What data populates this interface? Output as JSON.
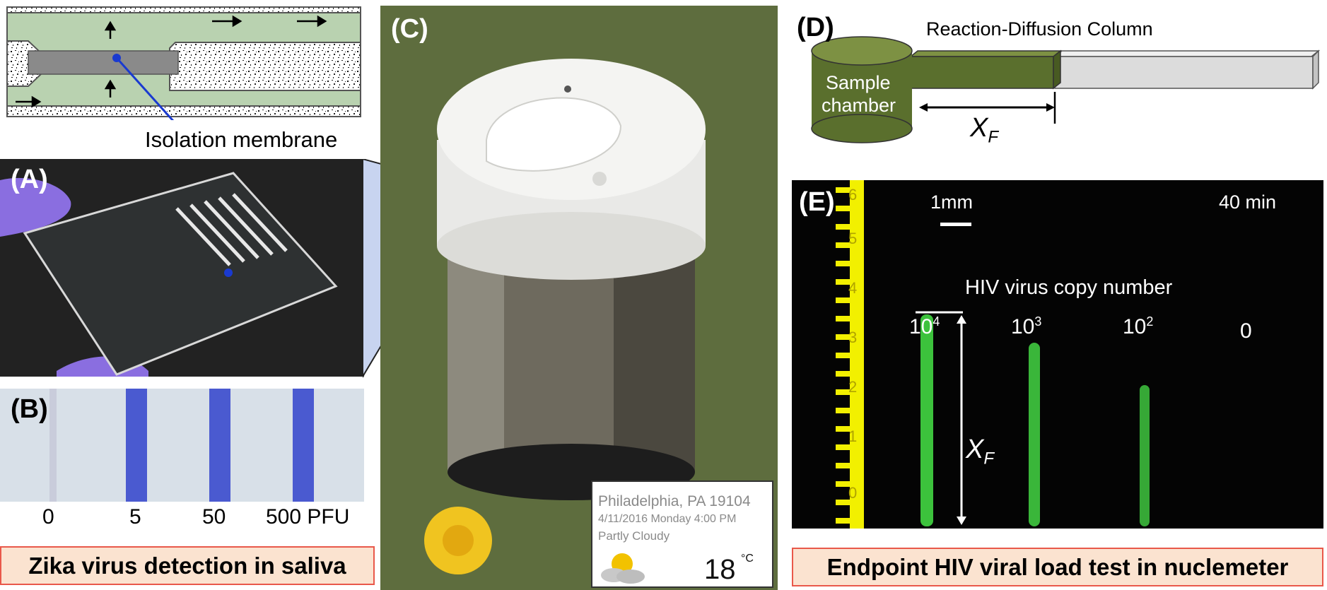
{
  "panels": {
    "A": {
      "label": "(A)"
    },
    "B": {
      "label": "(B)",
      "ticks": [
        "0",
        "5",
        "50",
        "500 PFU"
      ]
    },
    "C": {
      "label": "(C)"
    },
    "D": {
      "label": "(D)",
      "column_title": "Reaction-Diffusion Column",
      "chamber": [
        "Sample",
        "chamber"
      ],
      "xf_main": "X",
      "xf_sub": "F"
    },
    "E": {
      "label": "(E)",
      "scale": "1mm",
      "time": "40 min",
      "subtitle": "HIV virus copy number",
      "copies": [
        {
          "base": "10",
          "exp": "4"
        },
        {
          "base": "10",
          "exp": "3"
        },
        {
          "base": "10",
          "exp": "2"
        },
        {
          "base": "0",
          "exp": ""
        }
      ],
      "xf_main": "X",
      "xf_sub": "F",
      "ruler_numbers": [
        "6",
        "5",
        "4",
        "3",
        "2",
        "1",
        "0"
      ]
    }
  },
  "membrane_label": "Isolation membrane",
  "captions": {
    "left": "Zika virus detection in saliva",
    "right": "Endpoint HIV viral load test in nuclemeter"
  },
  "weather": {
    "location": "Philadelphia, PA 19104",
    "datetime": "4/11/2016 Monday 4:00 PM",
    "condition": "Partly Cloudy",
    "temperature": "18",
    "unit": "°C",
    "icon": "partly-cloudy-icon"
  },
  "colors": {
    "caption_fill": "#fbe3d0",
    "caption_border": "#e9584a",
    "column_green": "#5a6f2d",
    "stain_blue": "#4a5ad0",
    "fluor_green": "#3cc23c",
    "ruler_yellow": "#f2f000"
  }
}
